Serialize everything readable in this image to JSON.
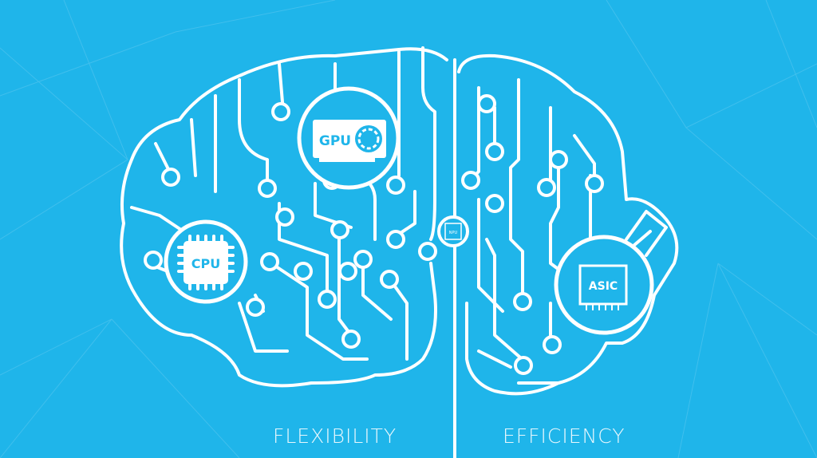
{
  "colors": {
    "background": "#1fb5ea",
    "line": "#ffffff",
    "mesh": "#4cc4ee"
  },
  "chips": {
    "gpu": "GPU",
    "cpu": "CPU",
    "npu": "NPU",
    "asic": "ASIC"
  },
  "labels": {
    "left": "FLEXIBILITY",
    "right": "EFFICIENCY"
  }
}
